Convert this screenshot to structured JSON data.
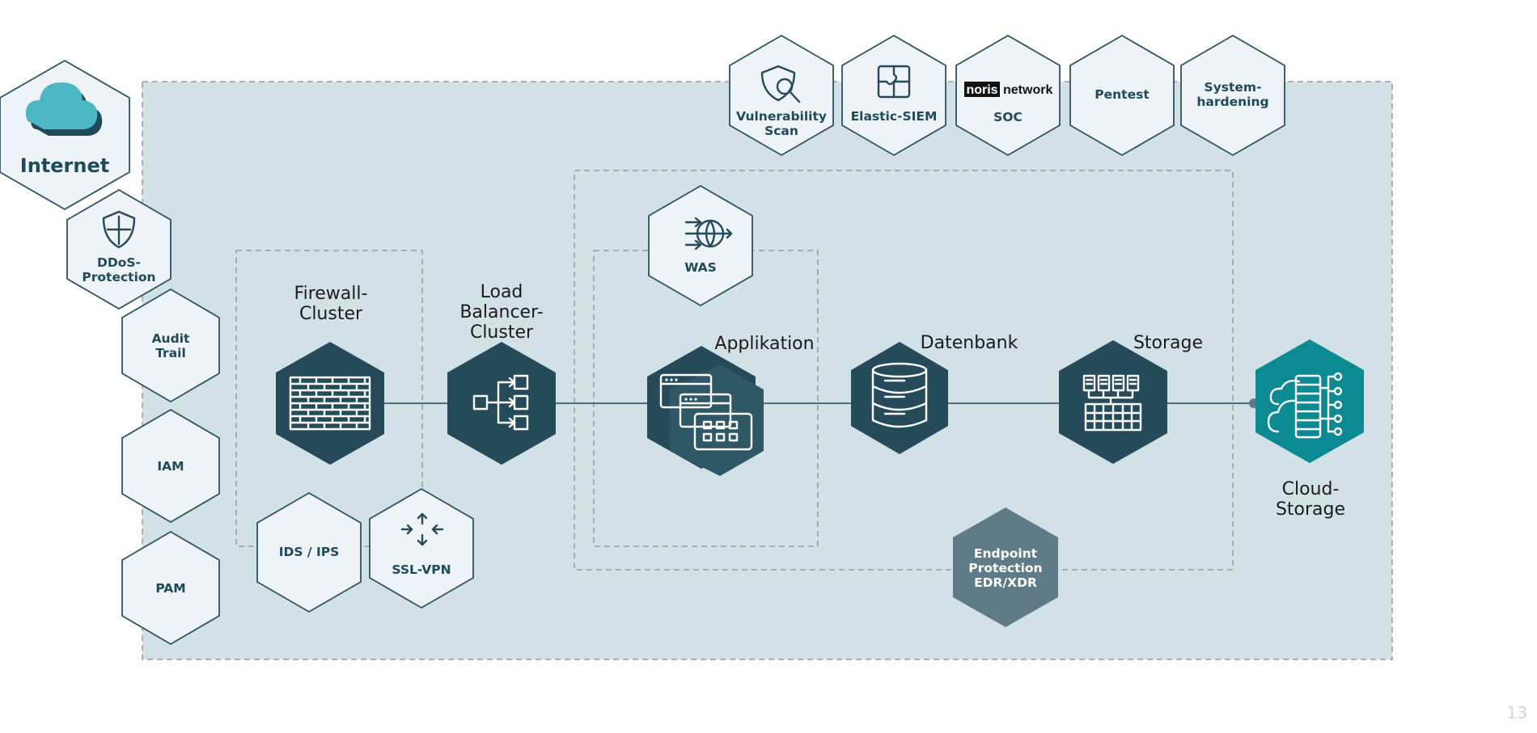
{
  "colors": {
    "zone_fill": "#d2e1e6",
    "dashed_border": "#9a9a9a",
    "hex_light_fill": "#edf3f6",
    "hex_light_stroke": "#2c5363",
    "hex_dark_fill": "#254b5a",
    "hex_teal_fill": "#0b8a93",
    "hex_gray_fill": "#5f7b87",
    "cloud": "#4cb8c4"
  },
  "internet": {
    "label": "Internet",
    "icon": "cloud-icon"
  },
  "left_column": [
    {
      "id": "ddos",
      "label": "DDoS-\nProtection",
      "icon": "shield-icon"
    },
    {
      "id": "audit",
      "label": "Audit\nTrail"
    },
    {
      "id": "iam",
      "label": "IAM"
    },
    {
      "id": "pam",
      "label": "PAM"
    }
  ],
  "top_row": [
    {
      "id": "vuln",
      "label": "Vulnerability\nScan",
      "icon": "shield-search-icon"
    },
    {
      "id": "siem",
      "label": "Elastic-SIEM",
      "icon": "puzzle-icon"
    },
    {
      "id": "soc",
      "label": "SOC",
      "logo": {
        "left": "noris",
        "right": "network"
      }
    },
    {
      "id": "pentest",
      "label": "Pentest"
    },
    {
      "id": "hardening",
      "label": "System-\nhardening"
    }
  ],
  "main_nodes": [
    {
      "id": "firewall",
      "label": "Firewall-\nCluster",
      "icon": "brick-wall-icon"
    },
    {
      "id": "loadbalancer",
      "label": "Load\nBalancer-\nCluster",
      "icon": "network-tree-icon"
    },
    {
      "id": "app",
      "label": "Applikation",
      "icon": "app-windows-icon"
    },
    {
      "id": "db",
      "label": "Datenbank",
      "icon": "database-icon"
    },
    {
      "id": "storage",
      "label": "Storage",
      "icon": "storage-array-icon"
    },
    {
      "id": "cloudstorage",
      "label": "Cloud-\nStorage",
      "icon": "cloud-storage-icon"
    }
  ],
  "was": {
    "label": "WAS",
    "icon": "globe-arrows-icon"
  },
  "ids_ips": {
    "label": "IDS / IPS"
  },
  "ssl_vpn": {
    "label": "SSL-VPN",
    "icon": "arrows-converge-icon"
  },
  "endpoint": {
    "label": "Endpoint\nProtection\nEDR/XDR"
  },
  "page_number": "13"
}
